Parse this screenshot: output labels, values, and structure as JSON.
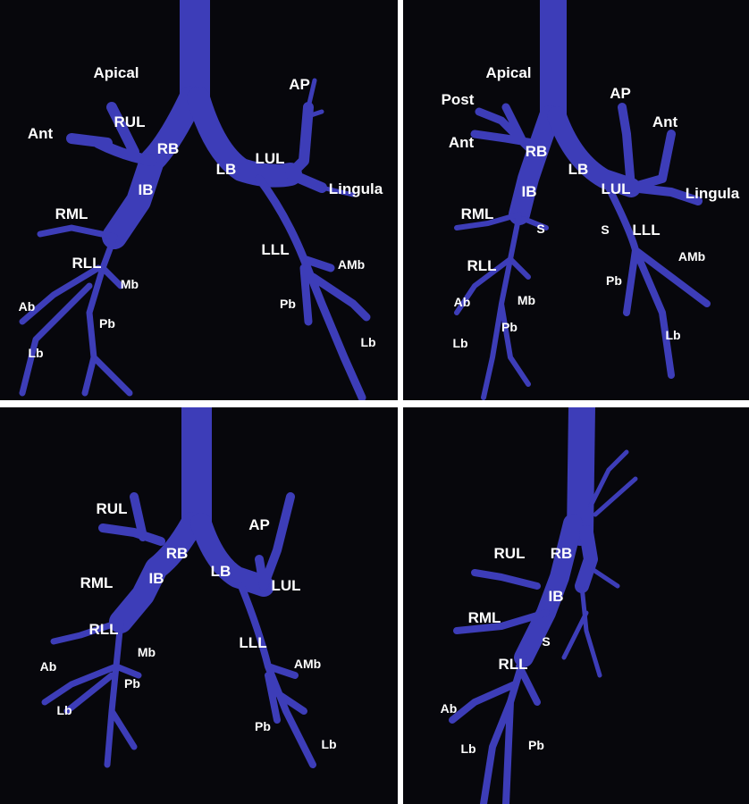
{
  "colors": {
    "airway": "#3d3db8",
    "background": "#07070c"
  },
  "panels": [
    {
      "labels": [
        "Apical",
        "Ant",
        "RUL",
        "RB",
        "LB",
        "LUL",
        "AP",
        "Lingula",
        "IB",
        "RML",
        "RLL",
        "Mb",
        "LLL",
        "AMb",
        "Ab",
        "Pb",
        "Pb",
        "Lb",
        "Lb"
      ]
    },
    {
      "labels": [
        "Apical",
        "Post",
        "Ant",
        "RB",
        "LB",
        "LUL",
        "AP",
        "Ant",
        "Lingula",
        "IB",
        "RML",
        "S",
        "S",
        "LLL",
        "RLL",
        "AMb",
        "Ab",
        "Mb",
        "Pb",
        "Pb",
        "Lb",
        "Lb"
      ]
    },
    {
      "labels": [
        "RUL",
        "RB",
        "AP",
        "IB",
        "LB",
        "LUL",
        "RML",
        "RLL",
        "LLL",
        "Mb",
        "Ab",
        "AMb",
        "Pb",
        "Lb",
        "Pb",
        "Lb"
      ]
    },
    {
      "labels": [
        "RUL",
        "RB",
        "IB",
        "RML",
        "S",
        "RLL",
        "Ab",
        "Lb",
        "Pb"
      ]
    }
  ]
}
